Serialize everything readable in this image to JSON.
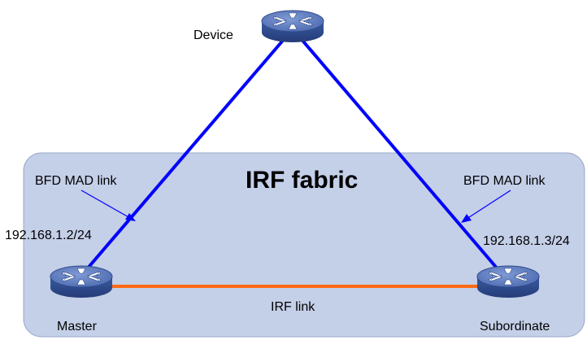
{
  "fabric": {
    "title": "IRF fabric"
  },
  "devices": {
    "top": {
      "label": "Device",
      "icon": "switch-icon"
    },
    "master": {
      "label": "Master",
      "icon": "switch-icon"
    },
    "subordinate": {
      "label": "Subordinate",
      "icon": "switch-icon"
    }
  },
  "links": {
    "left_bfd": {
      "label": "BFD MAD link",
      "color": "#0000ff"
    },
    "right_bfd": {
      "label": "BFD MAD link",
      "color": "#0000ff"
    },
    "irf": {
      "label": "IRF link",
      "color": "#ff6a13"
    }
  },
  "addresses": {
    "master": "192.168.1.2/24",
    "subordinate": "192.168.1.3/24"
  },
  "colors": {
    "fabric_fill": "#c4cfe8",
    "fabric_stroke": "#9aa8c8",
    "switch_top": "#5a7abf",
    "switch_side": "#2f4a8a"
  }
}
